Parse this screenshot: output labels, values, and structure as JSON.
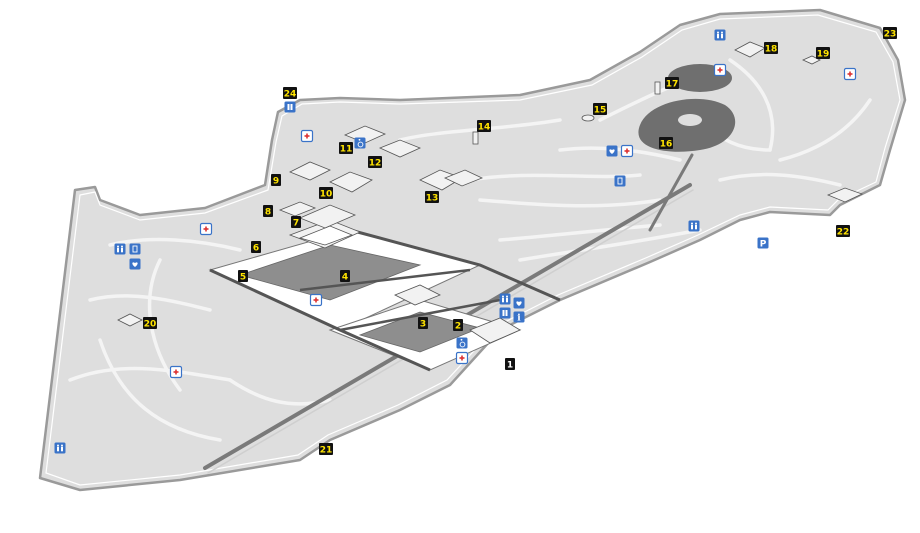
{
  "colors": {
    "ground": "#dedede",
    "path": "#f4f4f4",
    "wall": "#ffffff",
    "wall_stroke": "#9a9a9a",
    "courtyard": "#8e8e8e",
    "pond": "#6f6f6f",
    "road": "#7a7a7a",
    "building_roof": "#f2f2f2",
    "building_stroke": "#555555",
    "badge_yellow_bg": "#111111",
    "badge_yellow_fg": "#ffe400",
    "badge_white_bg": "#111111",
    "badge_white_fg": "#ffffff",
    "facility_blue": "#3a73c8"
  },
  "markers": {
    "m1": "1",
    "m2": "2",
    "m3": "3",
    "m4": "4",
    "m5": "5",
    "m6": "6",
    "m7": "7",
    "m8": "8",
    "m9": "9",
    "m10": "10",
    "m11": "11",
    "m12": "12",
    "m13": "13",
    "m14": "14",
    "m15": "15",
    "m16": "16",
    "m17": "17",
    "m18": "18",
    "m19": "19",
    "m20": "20",
    "m21": "21",
    "m22": "22",
    "m23": "23",
    "m24": "24"
  },
  "facility_icons": [
    "restroom-icon",
    "first-aid-icon",
    "wheelchair-icon",
    "information-icon",
    "parking-icon",
    "locker-icon",
    "nursing-room-icon",
    "elevator-icon"
  ],
  "parking_label": "P",
  "info_label": "i"
}
